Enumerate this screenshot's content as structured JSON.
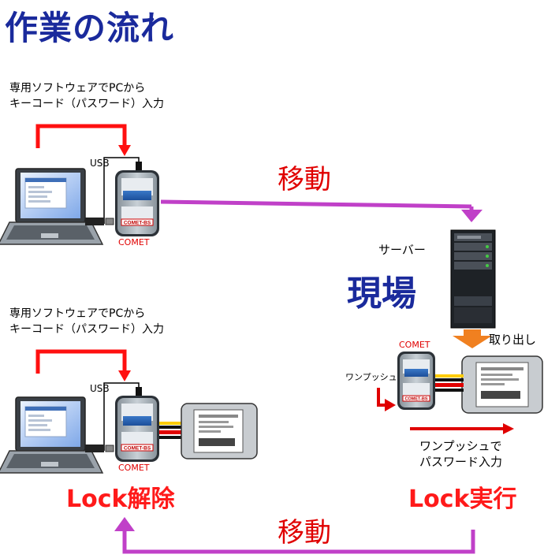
{
  "title": "作業の流れ",
  "top_section": {
    "caption_line1": "専用ソフトウェアでPCから",
    "caption_line2": "キーコード（パスワード）入力",
    "usb_label": "USB",
    "device_label": "COMET",
    "device_brand": "COMET-BS"
  },
  "move_top": "移動",
  "move_bottom": "移動",
  "server_label": "サーバー",
  "site_label": "現場",
  "remove_label": "取り出し",
  "right_section": {
    "device_label": "COMET",
    "one_push_label": "ワンプッシュ",
    "one_push_line1": "ワンプッシュで",
    "one_push_line2": "パスワード入力",
    "device_brand": "COMET-BS"
  },
  "bottom_section": {
    "caption_line1": "専用ソフトウェアでPCから",
    "caption_line2": "キーコード（パスワード）入力",
    "usb_label": "USB",
    "device_label": "COMET",
    "device_brand": "COMET-BS"
  },
  "lock_release": "Lock解除",
  "lock_execute": "Lock実行",
  "colors": {
    "title_blue": "#1a2a9c",
    "red": "#e00000",
    "magenta_arrow": "#c040c8",
    "orange_arrow": "#f08020"
  }
}
